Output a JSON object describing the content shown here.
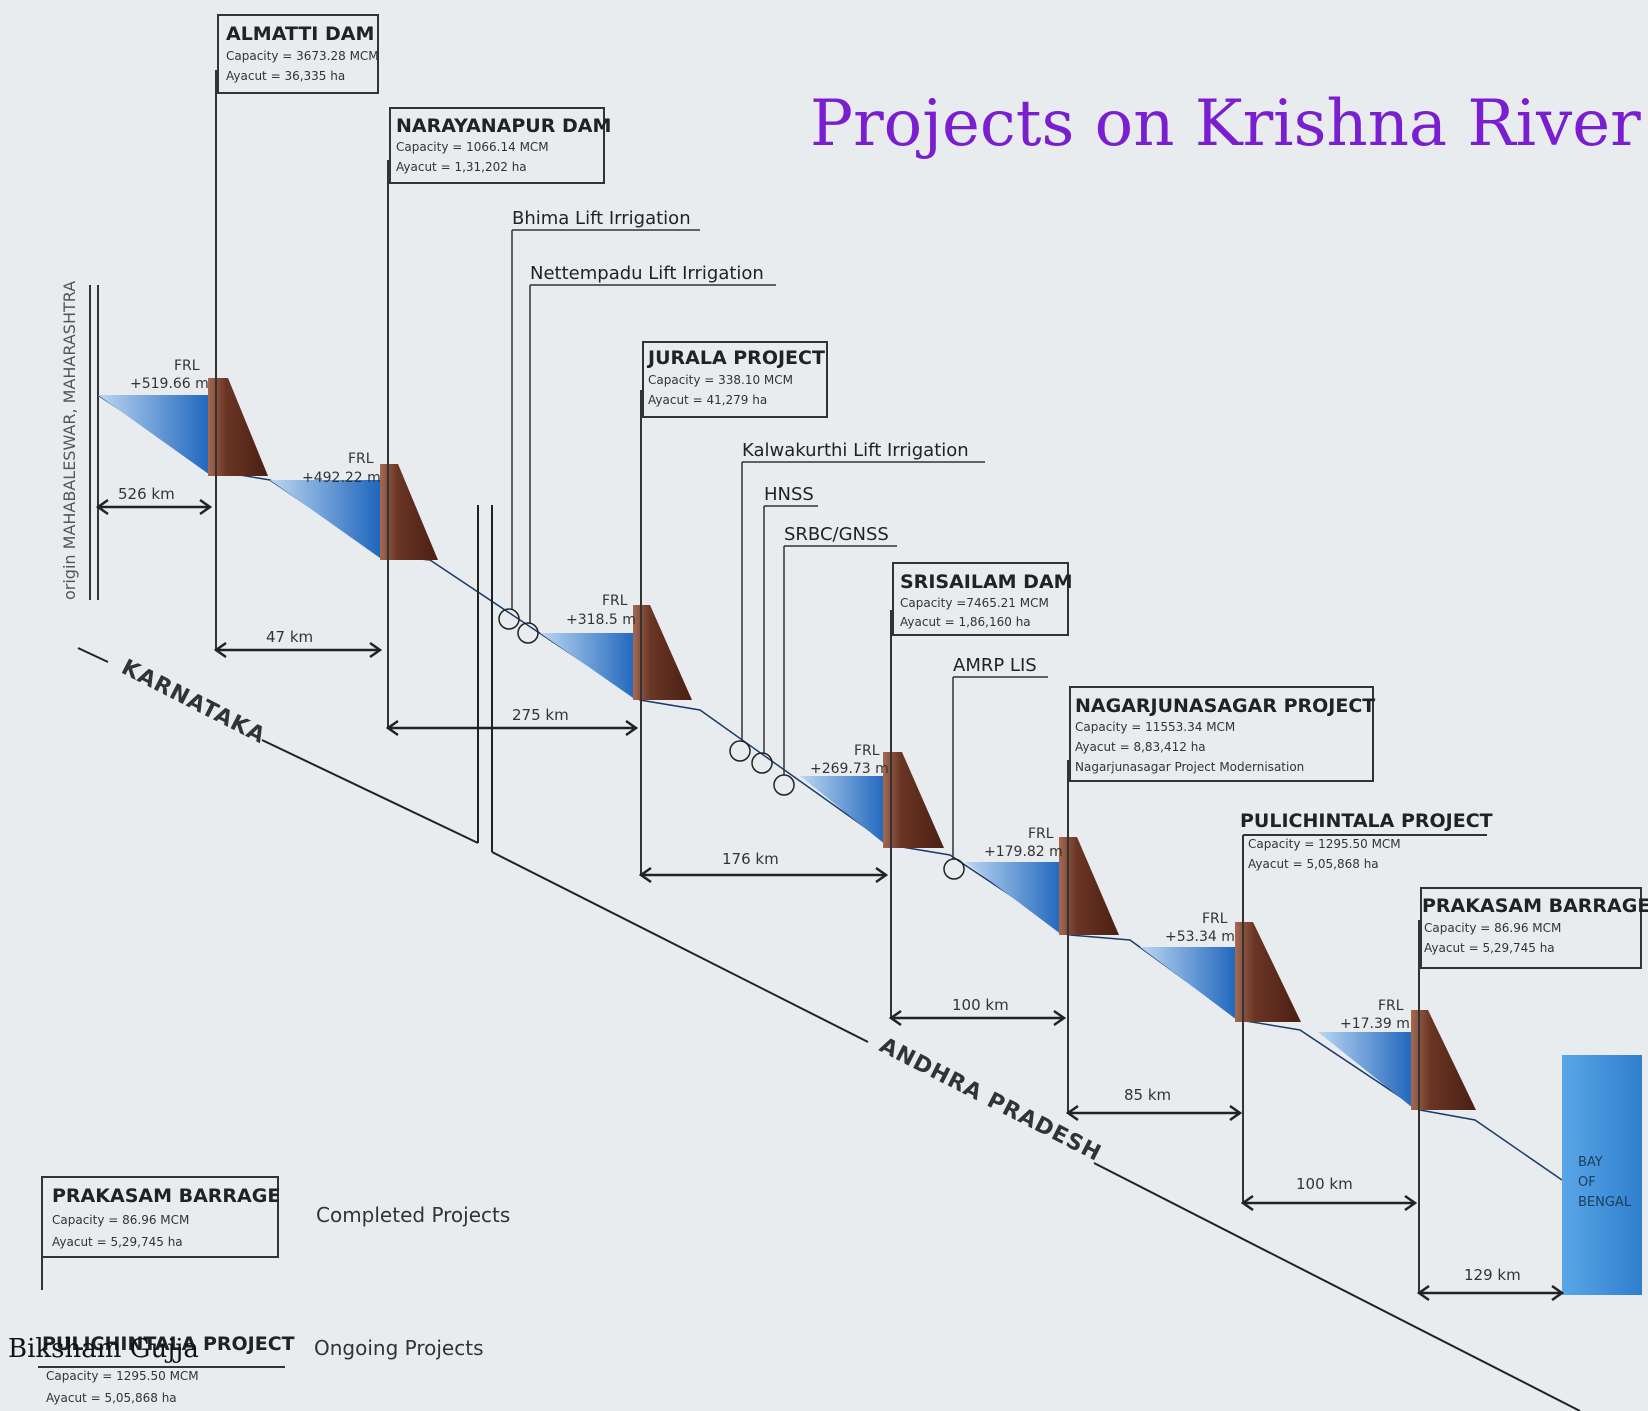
{
  "title": "Projects on Krishna River",
  "origin": "origin MAHABALESWAR, MAHARASHTRA",
  "states": {
    "karnataka": "KARNATAKA",
    "andhra": "ANDHRA PRADESH"
  },
  "sea": {
    "line1": "BAY",
    "line2": "OF",
    "line3": "BENGAL"
  },
  "dams": [
    {
      "id": "almatti",
      "name": "ALMATTI DAM",
      "capacity": "Capacity = 3673.28 MCM",
      "ayacut": "Ayacut = 36,335 ha",
      "frl_label": "FRL",
      "frl": "+519.66 m"
    },
    {
      "id": "narayanapur",
      "name": "NARAYANAPUR DAM",
      "capacity": "Capacity = 1066.14 MCM",
      "ayacut": "Ayacut = 1,31,202 ha",
      "frl_label": "FRL",
      "frl": "+492.22 m"
    },
    {
      "id": "jurala",
      "name": "JURALA PROJECT",
      "capacity": "Capacity = 338.10 MCM",
      "ayacut": "Ayacut = 41,279 ha",
      "frl_label": "FRL",
      "frl": "+318.5 m"
    },
    {
      "id": "srisailam",
      "name": "SRISAILAM DAM",
      "capacity": "Capacity =7465.21 MCM",
      "ayacut": "Ayacut = 1,86,160 ha",
      "frl_label": "FRL",
      "frl": "+269.73 m"
    },
    {
      "id": "nagarjunasagar",
      "name": "NAGARJUNASAGAR PROJECT",
      "capacity": "Capacity = 11553.34 MCM",
      "ayacut": "Ayacut = 8,83,412 ha",
      "extra": "Nagarjunasagar Project Modernisation",
      "frl_label": "FRL",
      "frl": "+179.82 m"
    },
    {
      "id": "pulichintala",
      "name": "PULICHINTALA PROJECT",
      "capacity": "Capacity = 1295.50 MCM",
      "ayacut": "Ayacut = 5,05,868 ha",
      "frl_label": "FRL",
      "frl": "+53.34 m"
    },
    {
      "id": "prakasam",
      "name": "PRAKASAM BARRAGE",
      "capacity": "Capacity = 86.96 MCM",
      "ayacut": "Ayacut = 5,29,745 ha",
      "frl_label": "FRL",
      "frl": "+17.39 m"
    }
  ],
  "lift_schemes": [
    "Bhima Lift Irrigation",
    "Nettempadu Lift Irrigation",
    "Kalwakurthi Lift Irrigation",
    "HNSS",
    "SRBC/GNSS",
    "AMRP LIS"
  ],
  "distances": [
    "526 km",
    "47 km",
    "275 km",
    "176 km",
    "100 km",
    "85 km",
    "100 km",
    "129 km"
  ],
  "legend": {
    "completed": {
      "name": "PRAKASAM BARRAGE",
      "capacity": "Capacity = 86.96 MCM",
      "ayacut": "Ayacut = 5,29,745 ha",
      "label": "Completed Projects"
    },
    "ongoing": {
      "name": "PULICHINTALA PROJECT",
      "capacity": "Capacity = 1295.50 MCM",
      "ayacut": "Ayacut = 5,05,868 ha",
      "label": "Ongoing Projects"
    }
  },
  "credit": "Biksham Gujja",
  "colors": {
    "water": "#2a6fc0",
    "dam": "#5b2a1d",
    "title": "#7a1fd0",
    "sea": "#3a8fd6"
  }
}
